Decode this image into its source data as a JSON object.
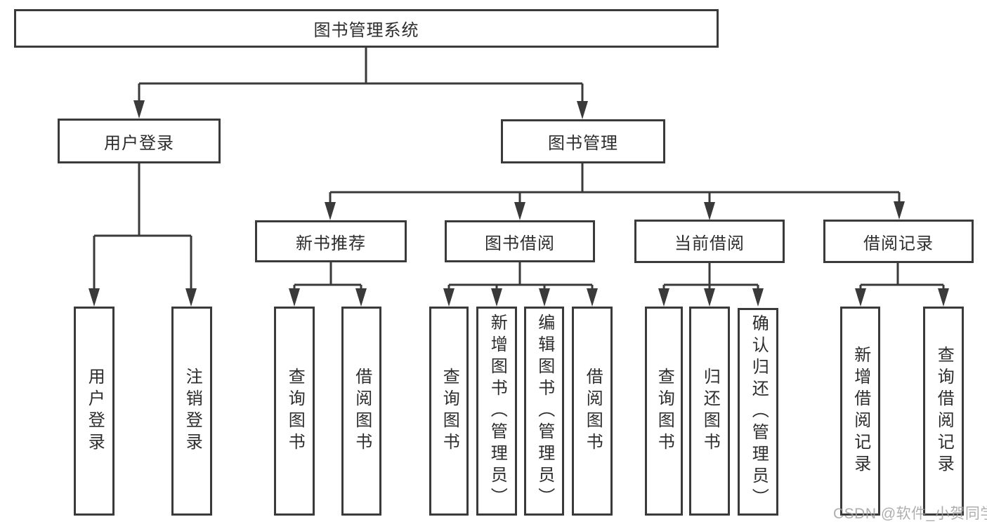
{
  "diagram_title": "图书管理系统",
  "colors": {
    "line": "#3a3a3a",
    "ink": "#2d2d2d",
    "watermark": "#a0a0a0",
    "bg": "#ffffff"
  },
  "watermark": "CSDN @软件_小贺同学",
  "tree": {
    "label": "图书管理系统",
    "children": [
      {
        "label": "用户登录",
        "children": [
          {
            "label": "用户登录"
          },
          {
            "label": "注销登录"
          }
        ]
      },
      {
        "label": "图书管理",
        "children": [
          {
            "label": "新书推荐",
            "children": [
              {
                "label": "查询图书"
              },
              {
                "label": "借阅图书"
              }
            ]
          },
          {
            "label": "图书借阅",
            "children": [
              {
                "label": "查询图书"
              },
              {
                "label": "新增图书（管理员）"
              },
              {
                "label": "编辑图书（管理员）"
              },
              {
                "label": "借阅图书"
              }
            ]
          },
          {
            "label": "当前借阅",
            "children": [
              {
                "label": "查询图书"
              },
              {
                "label": "归还图书"
              },
              {
                "label": "确认归还（管理员）"
              }
            ]
          },
          {
            "label": "借阅记录",
            "children": [
              {
                "label": "新增借阅记录"
              },
              {
                "label": "查询借阅记录"
              }
            ]
          }
        ]
      }
    ]
  }
}
